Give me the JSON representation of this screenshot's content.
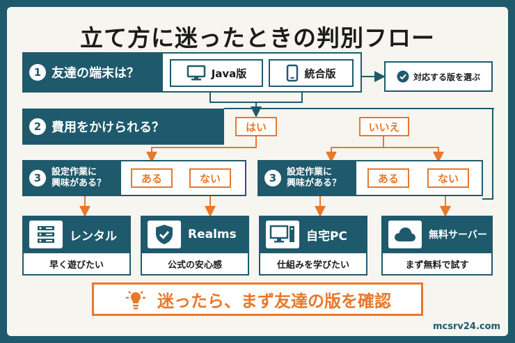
{
  "title": "立て方に迷ったときの判別フロー",
  "q1": {
    "num": "1",
    "text": "友達の端末は？"
  },
  "q1_options": {
    "java": "Java版",
    "bedrock": "統合版"
  },
  "q1_result": "対応する版を選ぶ",
  "q2": {
    "num": "2",
    "text": "費用をかけられる？"
  },
  "q2_answers": {
    "yes": "はい",
    "no": "いいえ"
  },
  "q3": {
    "num": "3",
    "text_line1": "設定作業に",
    "text_line2": "興味がある？"
  },
  "q3_answers": {
    "yes": "ある",
    "no": "ない"
  },
  "results": [
    {
      "label": "レンタル",
      "sub": "早く遊びたい",
      "icon": "server-icon"
    },
    {
      "label": "Realms",
      "sub": "公式の安心感",
      "icon": "shield-check-icon"
    },
    {
      "label": "自宅PC",
      "sub": "仕組みを学びたい",
      "icon": "desktop-pc-icon"
    },
    {
      "label": "無料サーバー",
      "sub": "まず無料で試す",
      "icon": "cloud-icon"
    }
  ],
  "final": "迷ったら、まず友達の版を確認",
  "site": "mcsrv24.com",
  "colors": {
    "primary": "#1e5a6c",
    "accent": "#e8782a",
    "background": "#f7f5f0"
  }
}
